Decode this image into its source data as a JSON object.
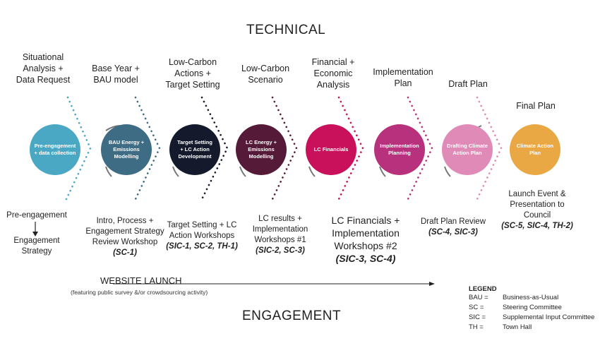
{
  "titles": {
    "technical": "TECHNICAL",
    "engagement": "ENGAGEMENT"
  },
  "colors": {
    "pre": "#4ba8c4",
    "bau": "#3d6c84",
    "target": "#141a2c",
    "lcs": "#551a38",
    "lcf": "#c9105a",
    "impl": "#b8317c",
    "draft": "#e08ab7",
    "final": "#e9a844"
  },
  "stages": [
    {
      "top": [
        "Situational",
        "Analysis +",
        "Data Request"
      ],
      "circle": [
        "Pre-engagement",
        "+ data collection"
      ],
      "bottom": [
        "Pre-engagement"
      ],
      "codes": ""
    },
    {
      "top": [
        "Base Year +",
        "BAU model"
      ],
      "circle": [
        "BAU Energy +",
        "Emissions",
        "Modelling"
      ],
      "bottom": [
        "Intro, Process +",
        "Engagement Strategy",
        "Review Workshop"
      ],
      "codes": "(SC-1)"
    },
    {
      "top": [
        "Low-Carbon",
        "Actions +",
        "Target Setting"
      ],
      "circle": [
        "Target Setting",
        "+ LC Action",
        "Development"
      ],
      "bottom": [
        "Target Setting + LC",
        "Action Workshops"
      ],
      "codes": "(SIC-1, SC-2, TH-1)"
    },
    {
      "top": [
        "Low-Carbon",
        "Scenario"
      ],
      "circle": [
        "LC Energy +",
        "Emissions",
        "Modelling"
      ],
      "bottom": [
        "LC results +",
        "Implementation",
        "Workshops #1"
      ],
      "codes": "(SIC-2, SC-3)"
    },
    {
      "top": [
        "Financial +",
        "Economic",
        "Analysis"
      ],
      "circle": [
        "LC Financials"
      ],
      "bottom": [
        "LC Financials +",
        "Implementation",
        "Workshops #2"
      ],
      "codes": "(SIC-3, SC-4)"
    },
    {
      "top": [
        "Implementation",
        "Plan"
      ],
      "circle": [
        "Implementation",
        "Planning"
      ],
      "bottom": [],
      "codes": ""
    },
    {
      "top": [
        "Draft Plan"
      ],
      "circle": [
        "Drafting Climate",
        "Action Plan"
      ],
      "bottom": [
        "Draft Plan Review"
      ],
      "codes": "(SC-4, SIC-3)"
    },
    {
      "top": [
        "Final Plan"
      ],
      "circle": [
        "Climate Action",
        "Plan"
      ],
      "bottom": [
        "Launch Event &",
        "Presentation to",
        "Council"
      ],
      "codes": "(SC-5, SIC-4, TH-2)"
    }
  ],
  "pre_flow": {
    "next": "Engagement",
    "next2": "Strategy"
  },
  "website": {
    "label": "WEBSITE LAUNCH",
    "sub": "(featuring public survey &/or crowdsourcing activity)"
  },
  "legend": {
    "title": "LEGEND",
    "items": [
      {
        "abbr": "BAU =",
        "text": "Business-as-Usual"
      },
      {
        "abbr": "SC =",
        "text": "Steering Committee"
      },
      {
        "abbr": "SIC =",
        "text": "Supplemental Input Committee"
      },
      {
        "abbr": "TH =",
        "text": "Town Hall"
      }
    ]
  }
}
